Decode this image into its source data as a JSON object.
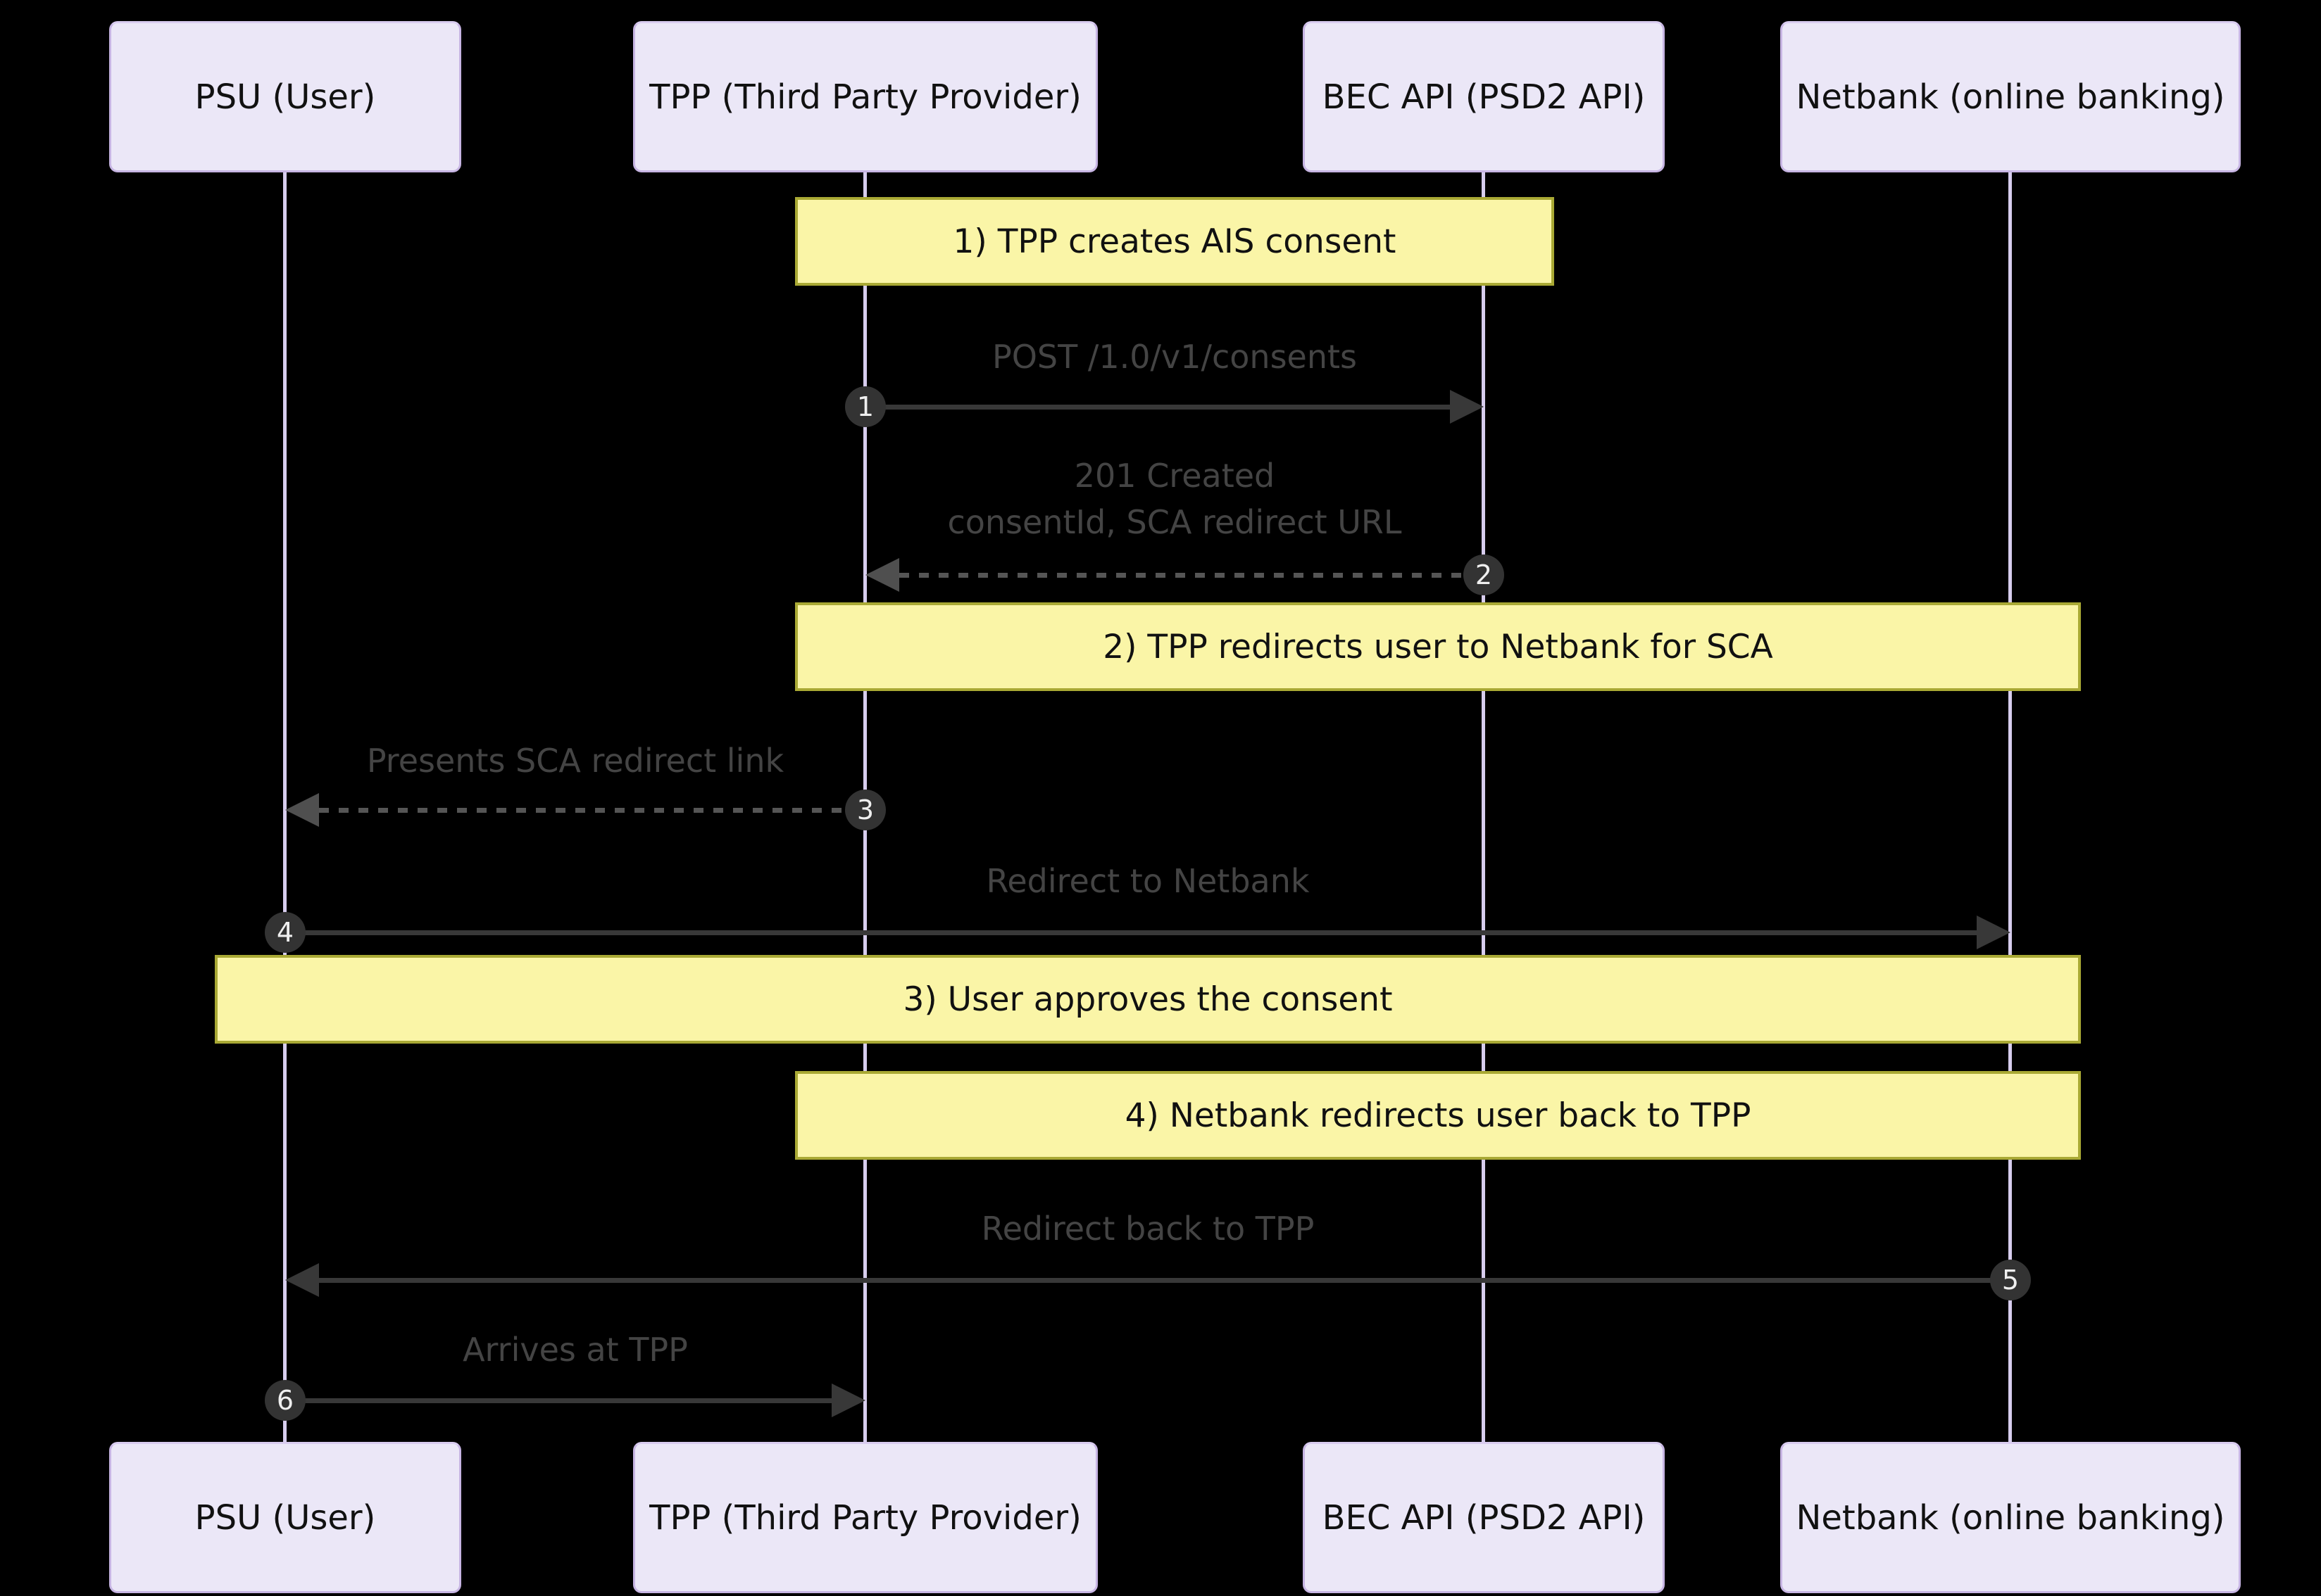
{
  "diagram_type": "sequence-diagram",
  "colors": {
    "background": "#000000",
    "actor_fill": "#EBE7F7",
    "actor_border": "#C7B5E3",
    "lifeline": "#D7CDEE",
    "note_fill": "#FAF5A7",
    "note_border": "#A9A934",
    "message_text": "#444444",
    "arrow_solid": "#383838",
    "arrow_dashed": "#555555",
    "badge_fill": "#333333",
    "badge_text": "#EFEFEF"
  },
  "actors": [
    {
      "id": "psu",
      "label": "PSU (User)"
    },
    {
      "id": "tpp",
      "label": "TPP (Third Party Provider)"
    },
    {
      "id": "bec",
      "label": "BEC API (PSD2 API)"
    },
    {
      "id": "netbank",
      "label": "Netbank (online banking)"
    }
  ],
  "notes": [
    {
      "label": "1) TPP creates AIS consent",
      "over": [
        "tpp",
        "bec"
      ]
    },
    {
      "label": "2) TPP redirects user to Netbank for SCA",
      "over": [
        "tpp",
        "netbank"
      ]
    },
    {
      "label": "3) User approves the consent",
      "over": [
        "psu",
        "netbank"
      ]
    },
    {
      "label": "4) Netbank redirects user back to TPP",
      "over": [
        "tpp",
        "netbank"
      ]
    }
  ],
  "messages": [
    {
      "seq": "1",
      "from": "tpp",
      "to": "bec",
      "style": "solid",
      "lines": [
        "POST /1.0/v1/consents"
      ]
    },
    {
      "seq": "2",
      "from": "bec",
      "to": "tpp",
      "style": "dashed",
      "lines": [
        "201 Created",
        "consentId, SCA redirect URL"
      ]
    },
    {
      "seq": "3",
      "from": "tpp",
      "to": "psu",
      "style": "dashed",
      "lines": [
        "Presents SCA redirect link"
      ]
    },
    {
      "seq": "4",
      "from": "psu",
      "to": "netbank",
      "style": "solid",
      "lines": [
        "Redirect to Netbank"
      ]
    },
    {
      "seq": "5",
      "from": "netbank",
      "to": "psu",
      "style": "solid",
      "lines": [
        "Redirect back to TPP"
      ]
    },
    {
      "seq": "6",
      "from": "psu",
      "to": "tpp",
      "style": "solid",
      "lines": [
        "Arrives at TPP"
      ]
    }
  ]
}
